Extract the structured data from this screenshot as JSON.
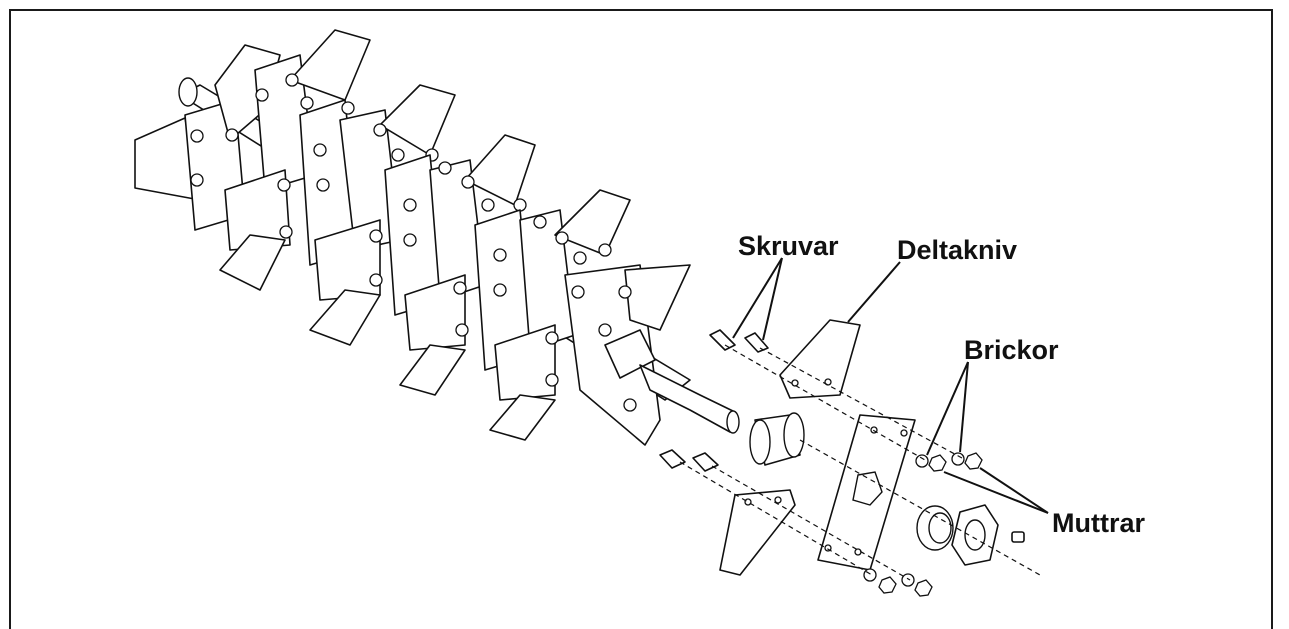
{
  "labels": {
    "skruvar": "Skruvar",
    "deltakniv": "Deltakniv",
    "brickor": "Brickor",
    "muttrar": "Muttrar"
  },
  "colors": {
    "line": "#111111",
    "background": "#ffffff"
  }
}
